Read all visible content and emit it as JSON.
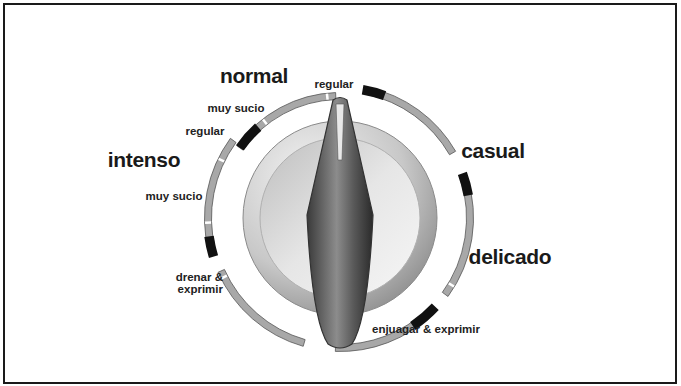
{
  "diagram": {
    "labels": [
      "normal",
      "regular",
      "muy sucio",
      "casual",
      "regular",
      "intenso",
      "muy sucio",
      "delicado",
      "drenar & exprimir",
      "enjuagar & exprimir"
    ]
  }
}
